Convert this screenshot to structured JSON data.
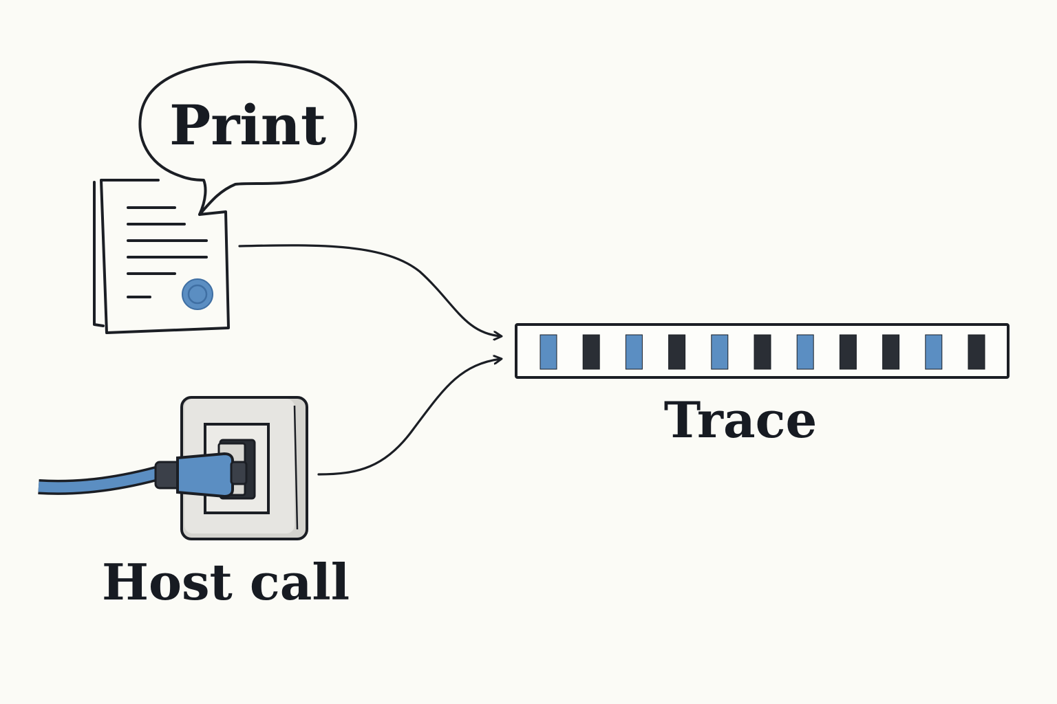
{
  "labels": {
    "print": "Print",
    "trace": "Trace",
    "host_call": "Host call"
  },
  "icons": {
    "document": "document-with-seal-icon",
    "plug": "plug-socket-icon",
    "bubble": "speech-bubble-icon"
  },
  "trace": {
    "cells": [
      "blue",
      "dark",
      "blue",
      "dark",
      "blue",
      "dark",
      "blue",
      "dark",
      "dark",
      "blue",
      "dark"
    ]
  },
  "colors": {
    "background": "#fbfbf6",
    "ink": "#1b1e24",
    "accent_blue": "#5b8ec2",
    "dark_cell": "#2a2e35",
    "socket_gray": "#e4e3df"
  }
}
